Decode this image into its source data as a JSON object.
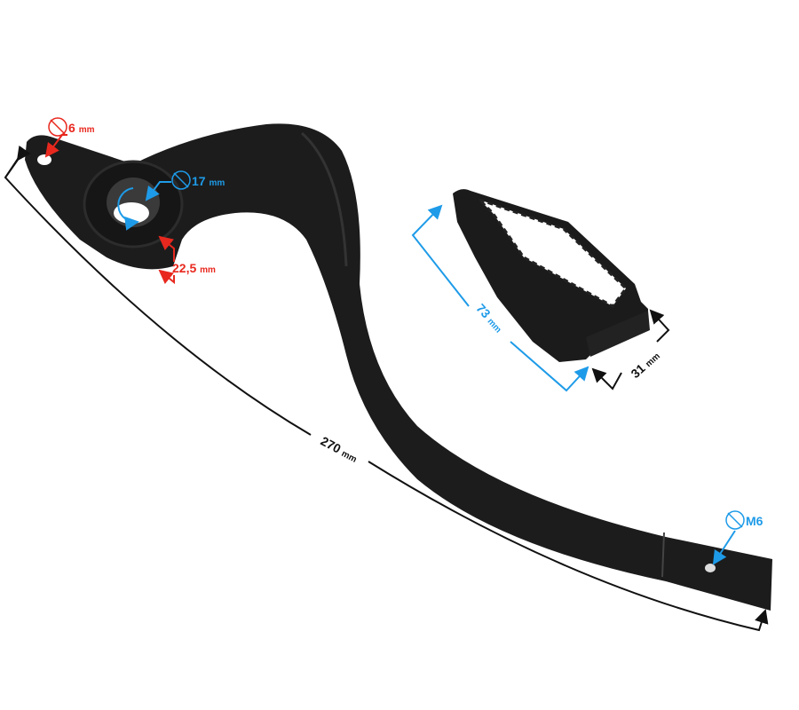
{
  "colors": {
    "red": "#e8281e",
    "blue": "#1e9be8",
    "black": "#111111",
    "metal": "#1c1c1c"
  },
  "dimensions": {
    "hole_small": {
      "value": "6",
      "unit": "mm"
    },
    "bore": {
      "value": "17",
      "unit": "mm"
    },
    "boss": {
      "value": "22,5",
      "unit": "mm"
    },
    "length": {
      "value": "270",
      "unit": "mm"
    },
    "thread": {
      "value": "M6"
    },
    "peg_length": {
      "value": "73",
      "unit": "mm"
    },
    "peg_width": {
      "value": "31",
      "unit": "mm"
    }
  }
}
